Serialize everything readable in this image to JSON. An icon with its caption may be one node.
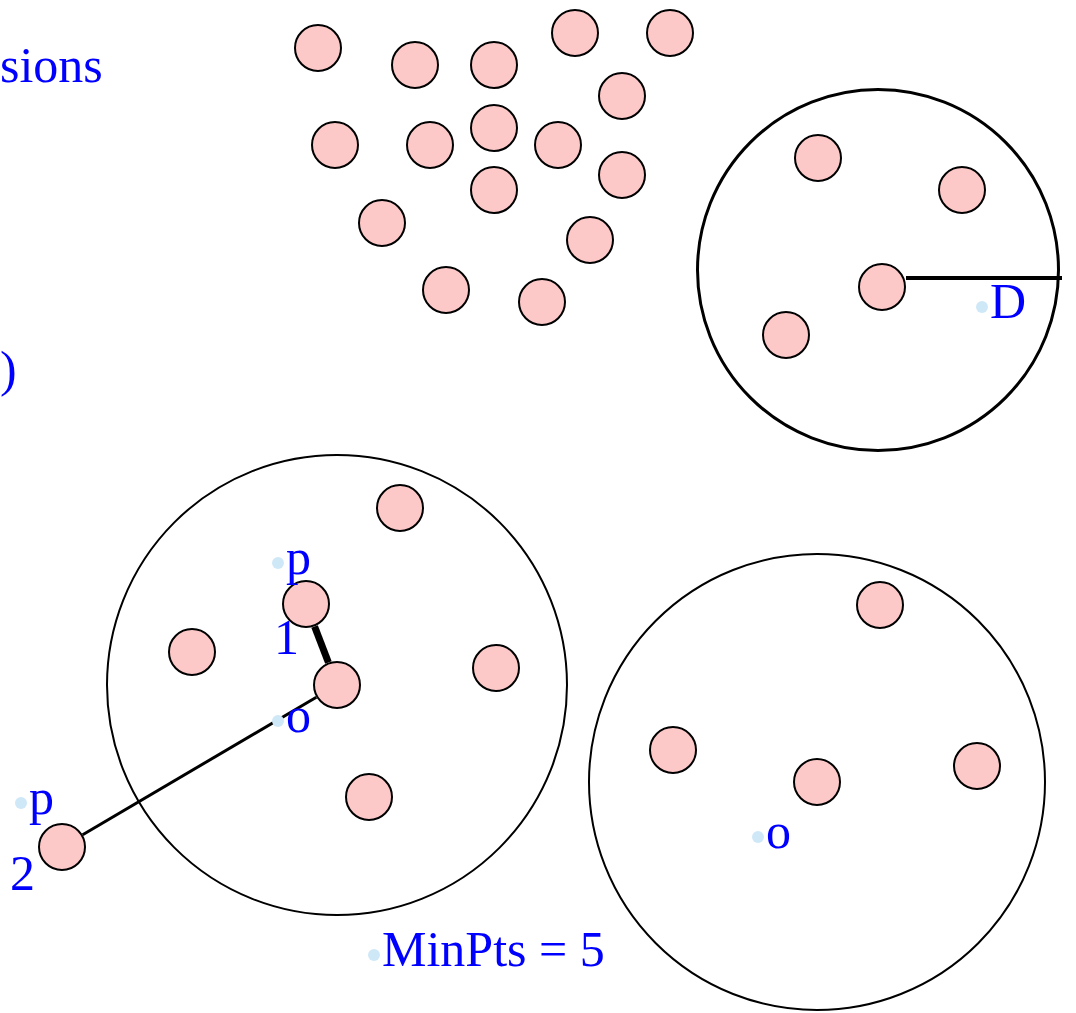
{
  "diagram": {
    "nodes": [
      {
        "text": [],
        "shape": "circle"
      },
      {
        "text": [],
        "shape": "circle"
      },
      {
        "text": [],
        "shape": "circle"
      },
      {
        "text": [],
        "shape": "circle"
      },
      {
        "text": [],
        "shape": "circle"
      },
      {
        "text": [],
        "shape": "circle"
      },
      {
        "text": [],
        "shape": "circle"
      },
      {
        "text": [],
        "shape": "circle"
      },
      {
        "text": [],
        "shape": "circle"
      },
      {
        "text": [],
        "shape": "circle"
      },
      {
        "text": [],
        "shape": "circle"
      },
      {
        "text": [],
        "shape": "circle"
      },
      {
        "text": [],
        "shape": "circle"
      },
      {
        "text": [],
        "shape": "circle"
      },
      {
        "text": [],
        "shape": "circle"
      },
      {
        "text": [],
        "shape": "circle"
      },
      {
        "text": [],
        "shape": "circle"
      },
      {
        "text": [],
        "shape": "circle",
        "in": 16
      },
      {
        "text": [],
        "shape": "circle",
        "in": 16
      },
      {
        "text": [],
        "shape": "circle",
        "in": 16
      },
      {
        "text": [],
        "shape": "circle",
        "in": 16
      },
      {
        "text": [],
        "shape": "circle"
      },
      {
        "text": [],
        "shape": "circle",
        "in": 21
      },
      {
        "text": [],
        "shape": "circle",
        "in": 21
      },
      {
        "text": [],
        "shape": "circle",
        "in": 21
      },
      {
        "text": [],
        "shape": "circle",
        "in": 21
      },
      {
        "text": [],
        "shape": "circle",
        "in": 21
      },
      {
        "text": [],
        "shape": "circle",
        "in": 21
      },
      {
        "text": [],
        "shape": "circle"
      },
      {
        "text": [],
        "shape": "circle"
      },
      {
        "text": [],
        "shape": "circle",
        "in": 29
      },
      {
        "text": [],
        "shape": "circle",
        "in": 29
      },
      {
        "text": [],
        "shape": "circle",
        "in": 29
      },
      {
        "text": [],
        "shape": "circle",
        "in": 29
      }
    ],
    "edges": [
      {
        "from": 23,
        "to": 26,
        "arrow": "none",
        "style": "thick"
      },
      {
        "from": 28,
        "to": 26,
        "arrow": "none"
      }
    ],
    "labels": [
      "sions",
      "D",
      ")",
      "p",
      "1",
      "o",
      "p",
      "2",
      "o",
      "MinPts = 5"
    ]
  }
}
